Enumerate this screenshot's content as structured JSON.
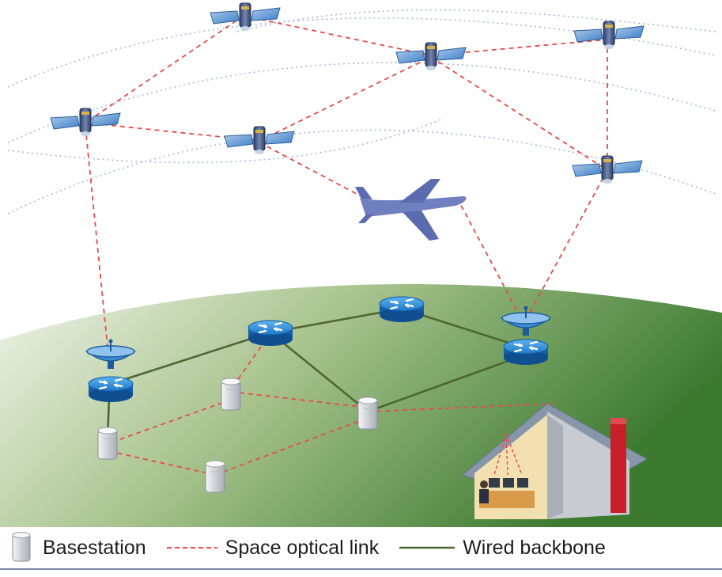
{
  "legend": {
    "basestation": "Basestation",
    "space_optical_link": "Space optical link",
    "wired_backbone": "Wired backbone"
  },
  "colors": {
    "optical_link": "#e84a4a",
    "wired_backbone": "#4e6634",
    "orbit": "#9fb2d6",
    "ground_light": "#e9efdc",
    "ground_dark": "#3f7a32",
    "router_blue": "#1f78c8",
    "basestation_gray": "#d9dde3",
    "airplane": "#6f7fbf",
    "house_roof": "#8896aa"
  },
  "icons": [
    "satellite-icon",
    "airplane-icon",
    "router-icon",
    "ground-station-icon",
    "basestation-icon",
    "house-icon"
  ]
}
